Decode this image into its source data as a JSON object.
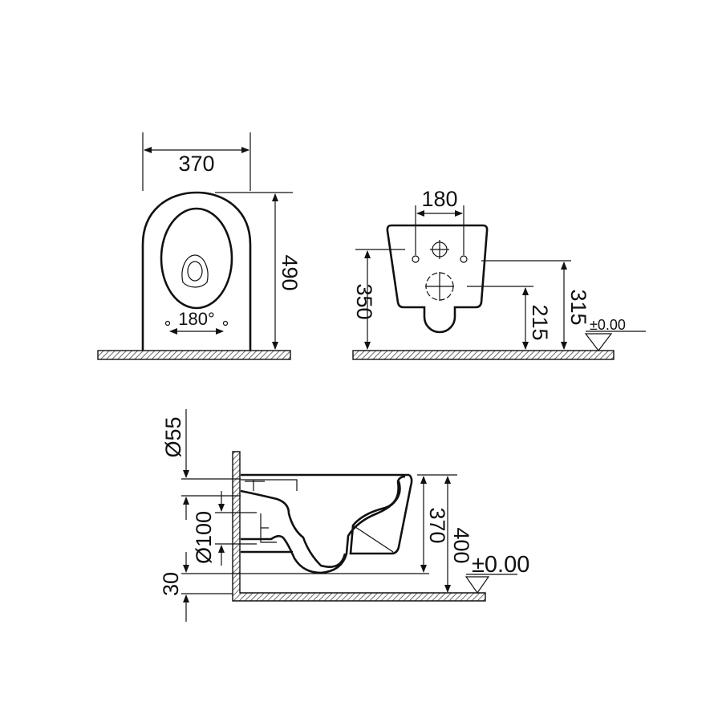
{
  "front_view": {
    "width": "370",
    "height": "490",
    "rotation": "180°"
  },
  "rear_view": {
    "hole_spacing": "180",
    "fixing_height": "350",
    "waste_height": "215",
    "inlet_height": "315",
    "datum": "±0.00"
  },
  "side_view": {
    "inlet_diameter": "Ø55",
    "outlet_diameter": "Ø100",
    "offset": "30",
    "bowl_height": "370",
    "rim_height": "400",
    "datum": "±0.00"
  },
  "colors": {
    "line": "#111111",
    "hatch": "#555555"
  }
}
